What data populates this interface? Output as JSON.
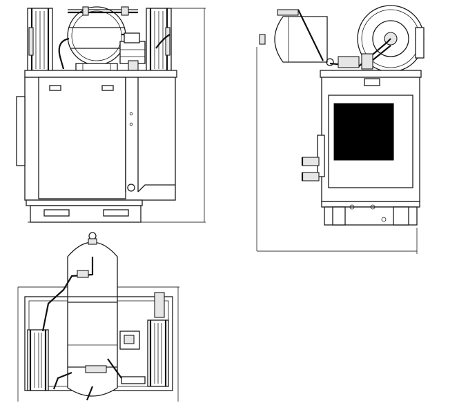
{
  "drawing": {
    "views": [
      "front-elevation",
      "side-elevation",
      "plan-view"
    ],
    "colors": {
      "line": "#1a1a1a",
      "background": "#ffffff",
      "panel-fill": "#000000"
    }
  }
}
